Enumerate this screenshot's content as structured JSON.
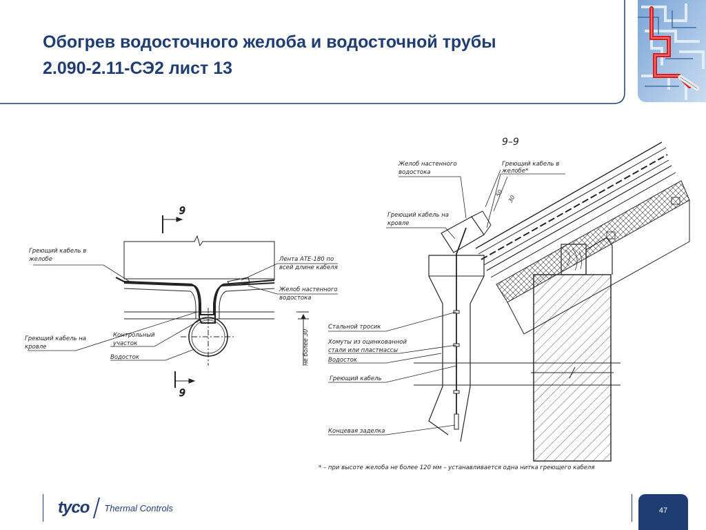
{
  "title": {
    "line1": "Обогрев водосточного желоба и водосточной трубы",
    "line2": "2.090-2.11-СЭ2 лист 13"
  },
  "left_view": {
    "section_mark_top": "9",
    "section_mark_bottom": "9",
    "labels": {
      "cable_in_gutter_1": "Греющий кабель в",
      "cable_in_gutter_2": "желобе",
      "tape_1": "Лента АТЕ-180 по",
      "tape_2": "всей длине кабеля",
      "wall_gutter_1": "Желоб настенного",
      "wall_gutter_2": "водостока",
      "roof_cable_1": "Греющий кабель на",
      "roof_cable_2": "кровле",
      "control_1": "Контрольный",
      "control_2": "участок",
      "downpipe": "Водосток",
      "dimension": "не более 30"
    }
  },
  "right_view": {
    "section_title": "9–9",
    "labels": {
      "wall_gutter_1": "Желоб настенного",
      "wall_gutter_2": "водостока",
      "cable_in_gutter_1": "Греющий кабель в",
      "cable_in_gutter_2": "желобе*",
      "roof_cable_1": "Греющий кабель на",
      "roof_cable_2": "кровле",
      "dim_50": "50",
      "dim_30": "30",
      "steel_cable": "Стальной тросик",
      "clamps_1": "Хомуты из оцинкованной",
      "clamps_2": "стали или пластмассы",
      "downpipe": "Водосток",
      "heating_cable": "Греющий кабель",
      "end_seal": "Концевая заделка"
    },
    "footnote": "* – при высоте желоба не более 120 мм – устанавливается одна нитка греющего кабеля"
  },
  "footer": {
    "logo_brand": "tyco",
    "logo_sub": "Thermal Controls",
    "page_number": "47"
  },
  "colors": {
    "title": "#1f3d73",
    "accent": "#1f3d73"
  }
}
